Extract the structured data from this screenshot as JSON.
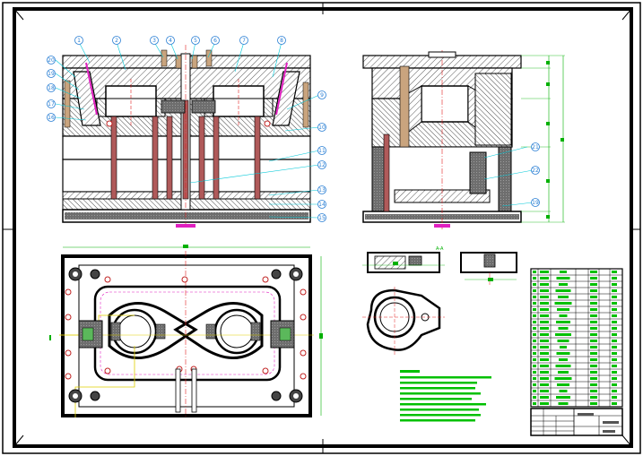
{
  "colors": {
    "outline": "#000000",
    "steel_dark": "#3a3a3a",
    "pin": "#b05a5a",
    "spring": "#c9a47e",
    "leader_cyan": "#00c8d8",
    "balloon": "#2a7fd4",
    "center_red": "#e02020",
    "dim_green": "#00b000",
    "magenta": "#e020c0",
    "yellow": "#e0d000"
  },
  "callouts_front_view": [
    "1",
    "2",
    "3",
    "4",
    "5",
    "6",
    "7",
    "8",
    "9",
    "10",
    "11",
    "12",
    "13",
    "14",
    "15",
    "16",
    "17",
    "18",
    "19",
    "20"
  ],
  "callouts_side_view": [
    "19",
    "21",
    "22"
  ],
  "section_label": "A-A",
  "icons": {
    "balloon": "circle-balloon-icon",
    "center_mark": "crosshair-icon"
  }
}
